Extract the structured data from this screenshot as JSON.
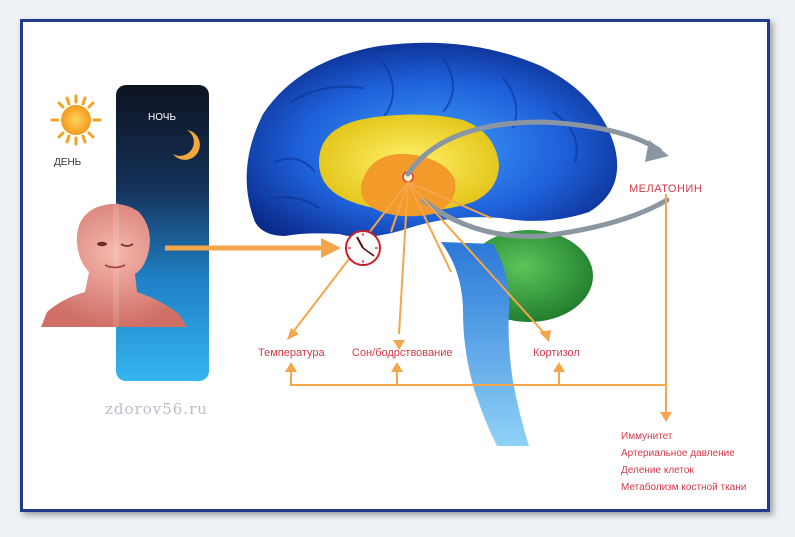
{
  "labels": {
    "day": "ДЕНЬ",
    "night": "НОЧЬ",
    "melatonin": "МЕЛАТОНИН",
    "temperature": "Температура",
    "sleep_wake": "Сон/бодрствование",
    "cortisol": "Кортизол"
  },
  "effects": [
    "Иммунитет",
    "Артериальное давление",
    "Деление клеток",
    "Метаболизм костной ткани"
  ],
  "watermark": "zdorov56.ru",
  "colors": {
    "frame": "#1f3b8a",
    "arrow_orange": "#f5a54a",
    "label_red": "#d63a4a",
    "brain_blue": "#1e5fd8",
    "thalamus_yellow": "#f2e21e",
    "cerebellum_green": "#2e9a3e",
    "cycle_arrow_gray": "#8a97a3"
  },
  "icons": [
    "sun-icon",
    "moon-icon",
    "clock-icon",
    "face-icon"
  ]
}
